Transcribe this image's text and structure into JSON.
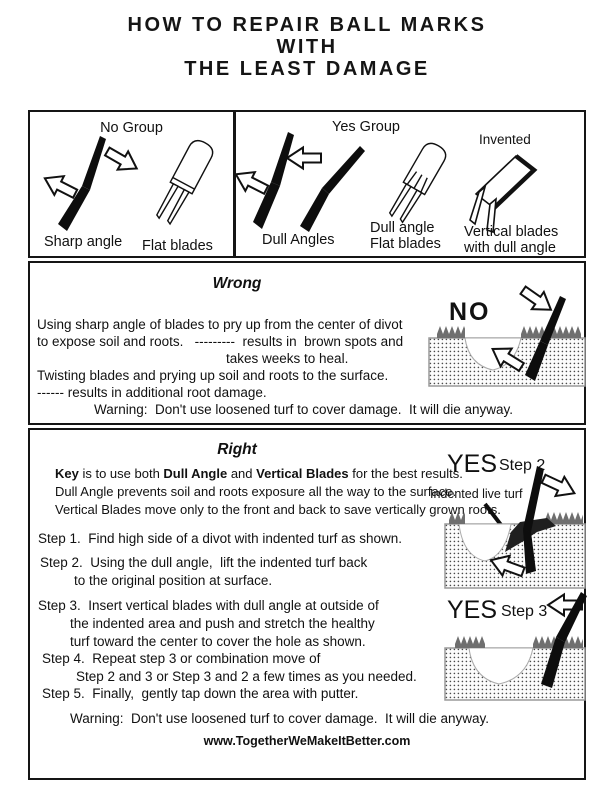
{
  "title": {
    "line1": "HOW TO REPAIR BALL MARKS",
    "line2": "WITH",
    "line3": "THE LEAST DAMAGE"
  },
  "tools": {
    "no_group": {
      "heading": "No Group",
      "sharp_angle_label": "Sharp angle",
      "flat_blades_label": "Flat blades"
    },
    "yes_group": {
      "heading": "Yes Group",
      "invented_label": "Invented",
      "dull_angles_label": "Dull Angles",
      "dull_flat_line1": "Dull angle",
      "dull_flat_line2": "Flat blades",
      "vertical_line1": "Vertical blades",
      "vertical_line2": "with dull angle"
    }
  },
  "wrong": {
    "heading": "Wrong",
    "no_label": "NO",
    "line1": "Using sharp angle of blades to pry up from the center of divot",
    "line2": "to expose soil and roots.   ---------  results in  brown spots and",
    "line3": "takes weeks to heal.",
    "line4": "Twisting blades and prying up soil and roots to the surface.",
    "line5": "------ results in additional root damage.",
    "warning": "Warning:  Don't use loosened turf to cover damage.  It will die anyway."
  },
  "right": {
    "heading": "Right",
    "key_line1_segments": [
      {
        "text": "Key ",
        "bold": true
      },
      {
        "text": "is to use both ",
        "bold": false
      },
      {
        "text": "Dull Angle",
        "bold": true
      },
      {
        "text": " and ",
        "bold": false
      },
      {
        "text": "Vertical Blades",
        "bold": true
      },
      {
        "text": " for the best results.",
        "bold": false
      }
    ],
    "key_line2": "Dull Angle prevents soil and roots exposure all the way to the surface.",
    "key_line3": "Vertical Blades move only to the front and back to save vertically grown roots.",
    "steps": [
      {
        "lines": [
          "Step 1.  Find high side of a divot with indented turf as shown."
        ]
      },
      {
        "lines": [
          "Step 2.  Using the dull angle,  lift the indented turf back",
          "to the original position at surface."
        ]
      },
      {
        "lines": [
          "Step 3.  Insert vertical blades with dull angle at outside of",
          "the indented area and push and stretch the healthy",
          "turf toward the center to cover the hole as shown."
        ]
      },
      {
        "lines": [
          "Step 4.  Repeat step 3 or combination move of",
          "Step 2 and 3 or Step 3 and 2 a few times as you needed."
        ]
      },
      {
        "lines": [
          "Step 5.  Finally,  gently tap down the area with putter."
        ]
      }
    ],
    "warning": "Warning:  Don't use loosened turf to cover damage.  It will die anyway.",
    "step2_fig": {
      "yes": "YES",
      "step": "Step 2",
      "annotation": "Indented live turf"
    },
    "step3_fig": {
      "yes": "YES",
      "step": "Step 3"
    }
  },
  "footer": {
    "url": "www.TogetherWeMakeItBetter.com"
  },
  "colors": {
    "ink": "#111111",
    "grass_gray": "#6f6f6f",
    "soil_dot": "#4a4a4a"
  }
}
